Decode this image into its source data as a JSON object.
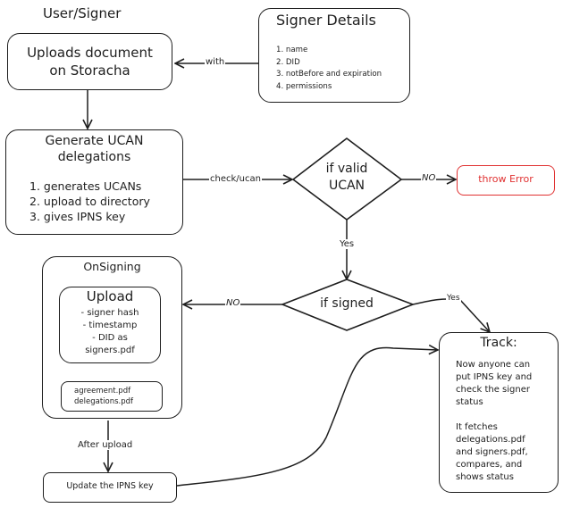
{
  "heading": "User/Signer",
  "nodes": {
    "upload_doc": {
      "lines": [
        "Uploads document",
        "on Storacha"
      ]
    },
    "signer_details": {
      "title": "Signer Details",
      "items": [
        "1. name",
        "2. DID",
        "3. notBefore and expiration",
        "4. permissions"
      ]
    },
    "generate_ucan": {
      "title_lines": [
        "Generate UCAN",
        "delegations"
      ],
      "items": [
        "1. generates UCANs",
        "2. upload to directory",
        "3. gives IPNS key"
      ]
    },
    "valid_ucan": {
      "lines": [
        "if valid",
        "UCAN"
      ]
    },
    "throw_error": {
      "label": "throw Error",
      "color": "#e03131"
    },
    "if_signed": {
      "label": "if signed"
    },
    "on_signing": {
      "title": "OnSigning",
      "upload": {
        "title": "Upload",
        "lines": [
          "- signer hash",
          "- timestamp",
          "- DID as",
          "signers.pdf"
        ]
      },
      "files": [
        "agreement.pdf",
        "delegations.pdf"
      ]
    },
    "update_ipns": {
      "label": "Update the IPNS key"
    },
    "track": {
      "title": "Track:",
      "para1": [
        "Now anyone can",
        "put IPNS key and",
        "check the signer",
        "status"
      ],
      "para2": [
        "It fetches",
        "delegations.pdf",
        "and signers.pdf,",
        "compares, and",
        "shows status"
      ]
    }
  },
  "edges": {
    "with": "with",
    "check_ucan": "check/ucan",
    "no_error": "NO",
    "yes_valid": "Yes",
    "no_signed": "NO",
    "yes_signed": "Yes",
    "after_upload": "After upload"
  }
}
